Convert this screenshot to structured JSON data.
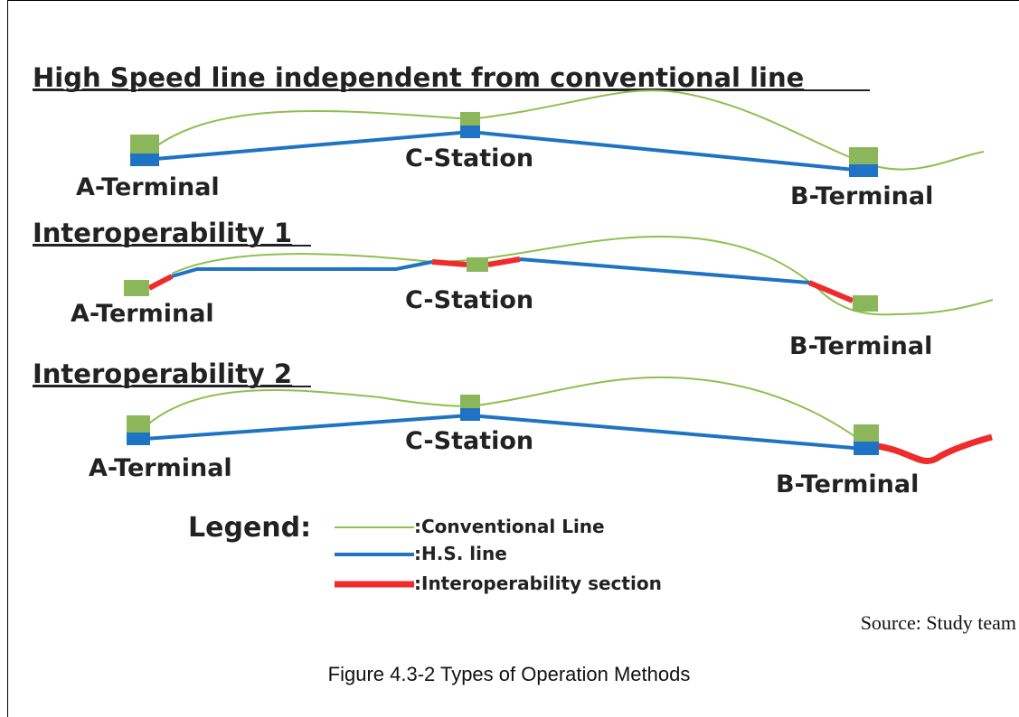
{
  "sections": [
    {
      "title": "High Speed line independent from conventional line",
      "terminals": {
        "a": "A-Terminal",
        "c": "C-Station",
        "b": "B-Terminal"
      }
    },
    {
      "title": "Interoperability 1",
      "terminals": {
        "a": "A-Terminal",
        "c": "C-Station",
        "b": "B-Terminal"
      }
    },
    {
      "title": "Interoperability 2",
      "terminals": {
        "a": "A-Terminal",
        "c": "C-Station",
        "b": "B-Terminal"
      }
    }
  ],
  "legend": {
    "title": "Legend:",
    "items": [
      {
        "label": ":Conventional Line",
        "color": "#8fbf4f"
      },
      {
        "label": ":H.S. line",
        "color": "#1e73c4"
      },
      {
        "label": ":Interoperability section",
        "color": "#ef2b2b"
      }
    ]
  },
  "source": "Source: Study team",
  "caption": "Figure 4.3-2 Types of Operation Methods",
  "colors": {
    "conventional": "#8fbf4f",
    "hs": "#1e73c4",
    "interop": "#ef2b2b",
    "station_conventional": "#8bb65a",
    "station_hs": "#1e73c4"
  }
}
